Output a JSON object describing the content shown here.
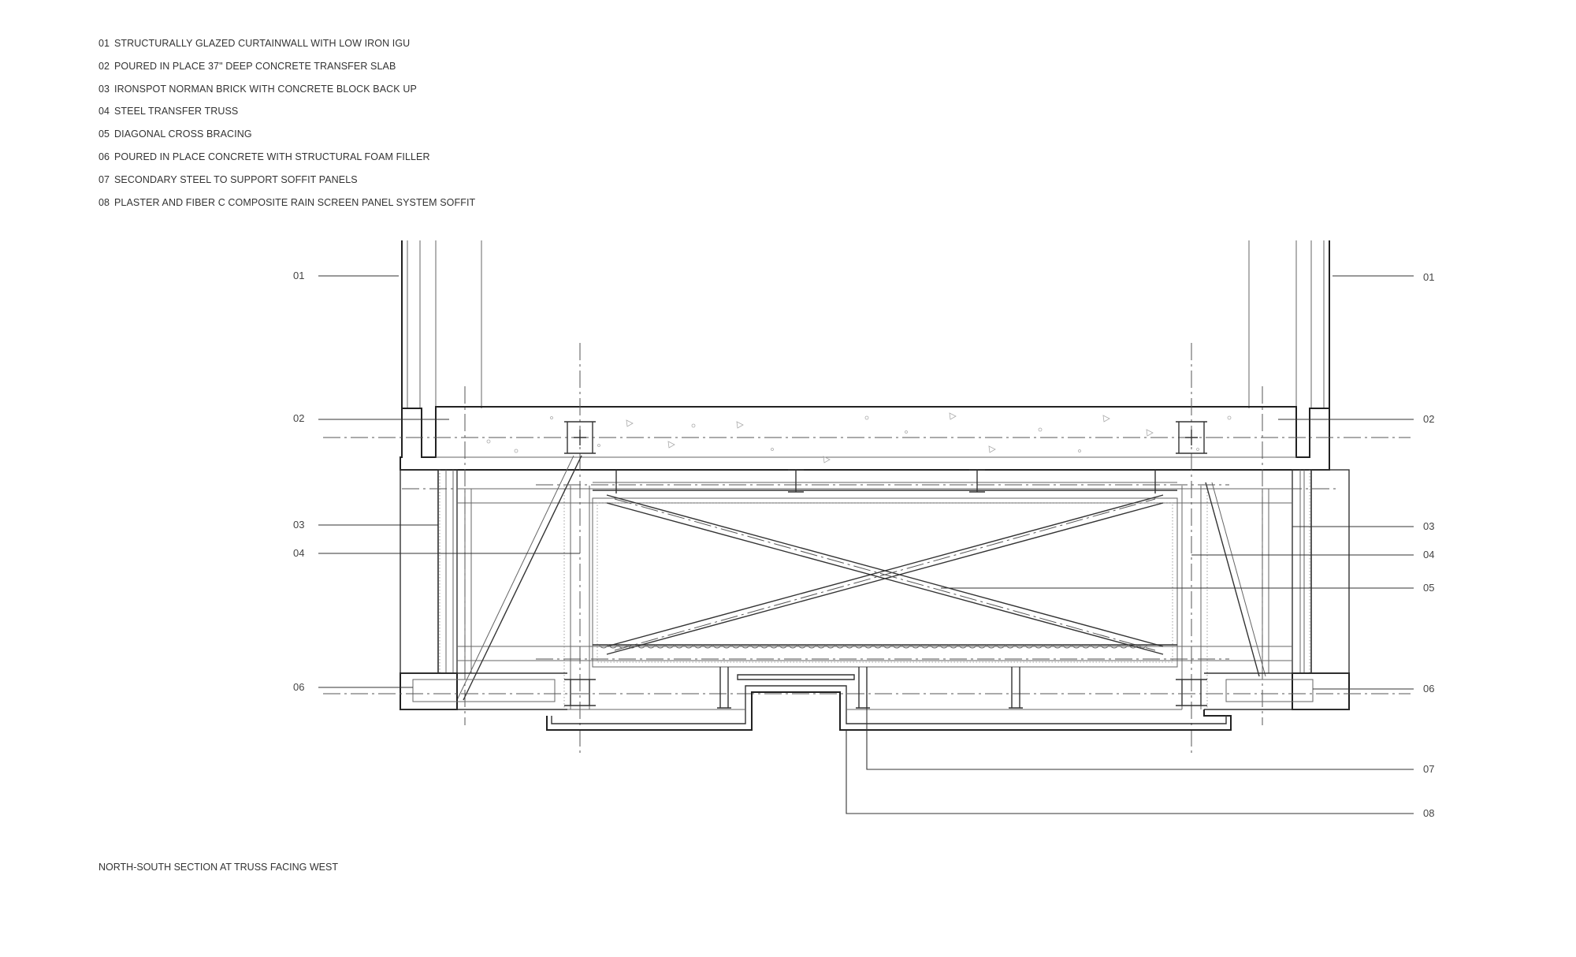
{
  "legend": [
    {
      "num": "01",
      "text": "STRUCTURALLY GLAZED CURTAINWALL WITH LOW IRON IGU"
    },
    {
      "num": "02",
      "text": "POURED IN PLACE 37\" DEEP CONCRETE TRANSFER SLAB"
    },
    {
      "num": "03",
      "text": "IRONSPOT NORMAN BRICK WITH CONCRETE BLOCK BACK UP"
    },
    {
      "num": "04",
      "text": "STEEL TRANSFER TRUSS"
    },
    {
      "num": "05",
      "text": "DIAGONAL CROSS BRACING"
    },
    {
      "num": "06",
      "text": "POURED IN PLACE CONCRETE WITH STRUCTURAL FOAM FILLER"
    },
    {
      "num": "07",
      "text": "SECONDARY STEEL TO SUPPORT SOFFIT PANELS"
    },
    {
      "num": "08",
      "text": "PLASTER AND FIBER C COMPOSITE RAIN SCREEN PANEL SYSTEM SOFFIT"
    }
  ],
  "callouts_left": [
    "01",
    "02",
    "03",
    "04",
    "06"
  ],
  "callouts_right": [
    "01",
    "02",
    "03",
    "04",
    "05",
    "06",
    "07",
    "08"
  ],
  "caption": "NORTH-SOUTH SECTION AT TRUSS FACING WEST"
}
